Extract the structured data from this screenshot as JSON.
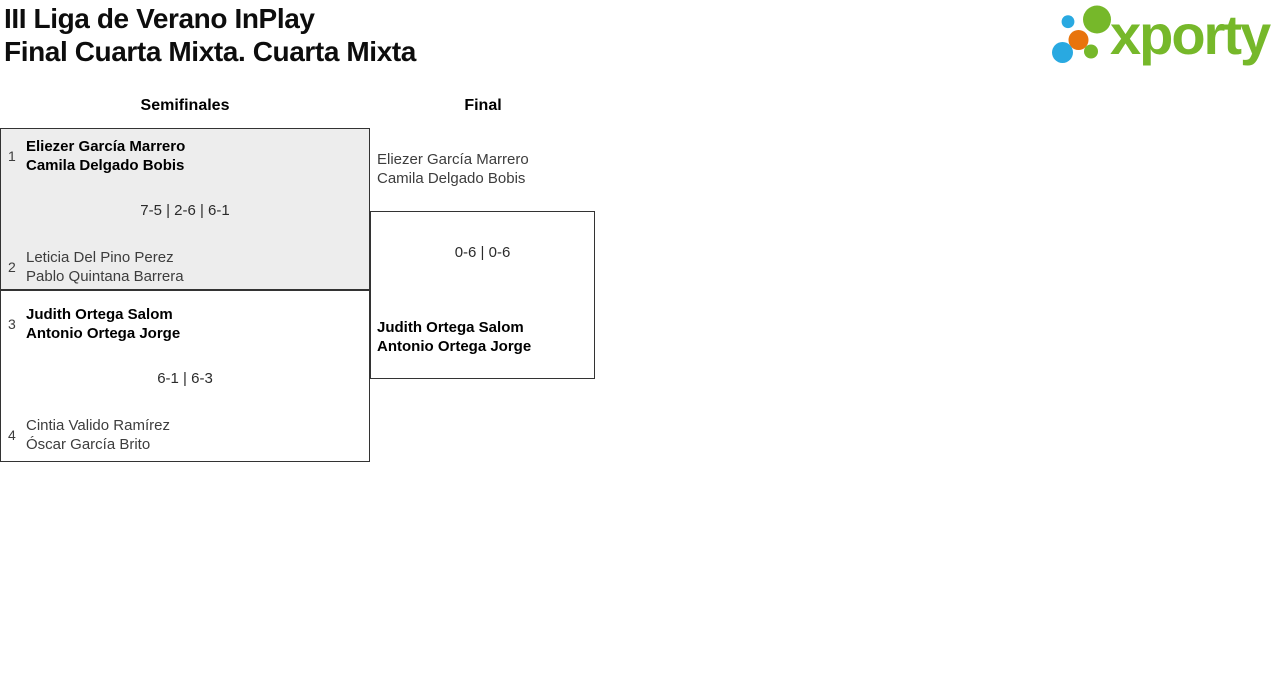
{
  "page": {
    "title": "III Liga de Verano InPlay",
    "subtitle": "Final Cuarta Mixta. Cuarta Mixta"
  },
  "logo": {
    "wordmark": "xporty",
    "green": "#76b82a",
    "blue": "#29a9e1",
    "orange": "#e8740c"
  },
  "bracket": {
    "rounds": [
      {
        "label": "Semifinales"
      },
      {
        "label": "Final"
      }
    ],
    "semifinals": [
      {
        "team1": {
          "seed": "1",
          "players": [
            "Eliezer García Marrero",
            "Camila Delgado Bobis"
          ],
          "winner": true
        },
        "score": "7-5 | 2-6 | 6-1",
        "team2": {
          "seed": "2",
          "players": [
            "Leticia Del Pino Perez",
            "Pablo Quintana Barrera"
          ],
          "winner": false
        }
      },
      {
        "team1": {
          "seed": "3",
          "players": [
            "Judith Ortega Salom",
            "Antonio Ortega Jorge"
          ],
          "winner": true
        },
        "score": "6-1 | 6-3",
        "team2": {
          "seed": "4",
          "players": [
            "Cintia Valido Ramírez",
            "Óscar García Brito"
          ],
          "winner": false
        }
      }
    ],
    "final": {
      "team1": {
        "players": [
          "Eliezer García Marrero",
          "Camila Delgado Bobis"
        ],
        "winner": false
      },
      "score": "0-6 | 0-6",
      "team2": {
        "players": [
          "Judith Ortega Salom",
          "Antonio Ortega Jorge"
        ],
        "winner": true
      }
    }
  },
  "colors": {
    "match_box_alt_bg": "#ededed",
    "border": "#333333",
    "winner_text": "#000000",
    "loser_text": "#3d3d3d"
  }
}
